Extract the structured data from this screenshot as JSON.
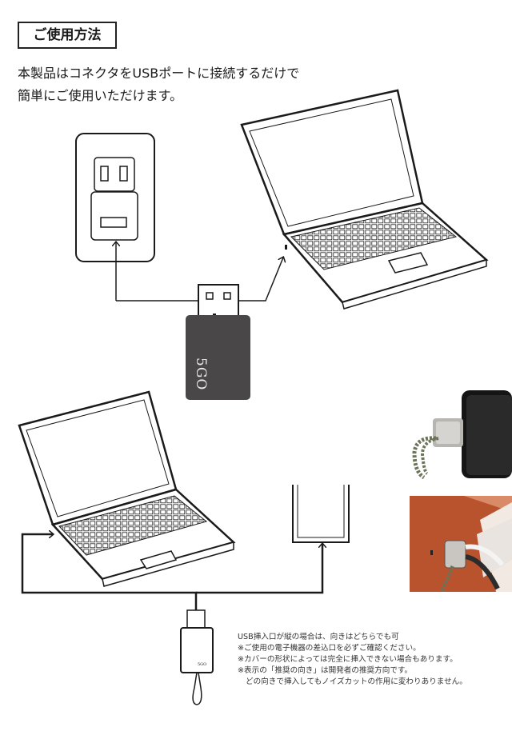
{
  "header": {
    "title": "ご使用方法"
  },
  "intro": {
    "line1": "本製品はコネクタをUSBポートに接続するだけで",
    "line2": "簡単にご使用いただけます。"
  },
  "device": {
    "brand": "5GO",
    "small_brand": "5GO"
  },
  "notes": [
    "USB挿入口が縦の場合は、向きはどちらでも可",
    "※ご使用の電子機器の差込口を必ずご確認ください。",
    "※カバーの形状によっては完全に挿入できない場合もあります。",
    "※表示の「推奨の向き」は開発者の推奨方向です。",
    "どの向きで挿入してもノイズカットの作用に変わりありません。"
  ],
  "colors": {
    "device_body": "#4a4748",
    "line": "#1a1a1a",
    "panel_orange": "#c0572f",
    "strap_green": "#6b7459"
  },
  "icons": [
    "wall-outlet-icon",
    "laptop-icon",
    "usb-connector-icon",
    "smartphone-icon"
  ]
}
